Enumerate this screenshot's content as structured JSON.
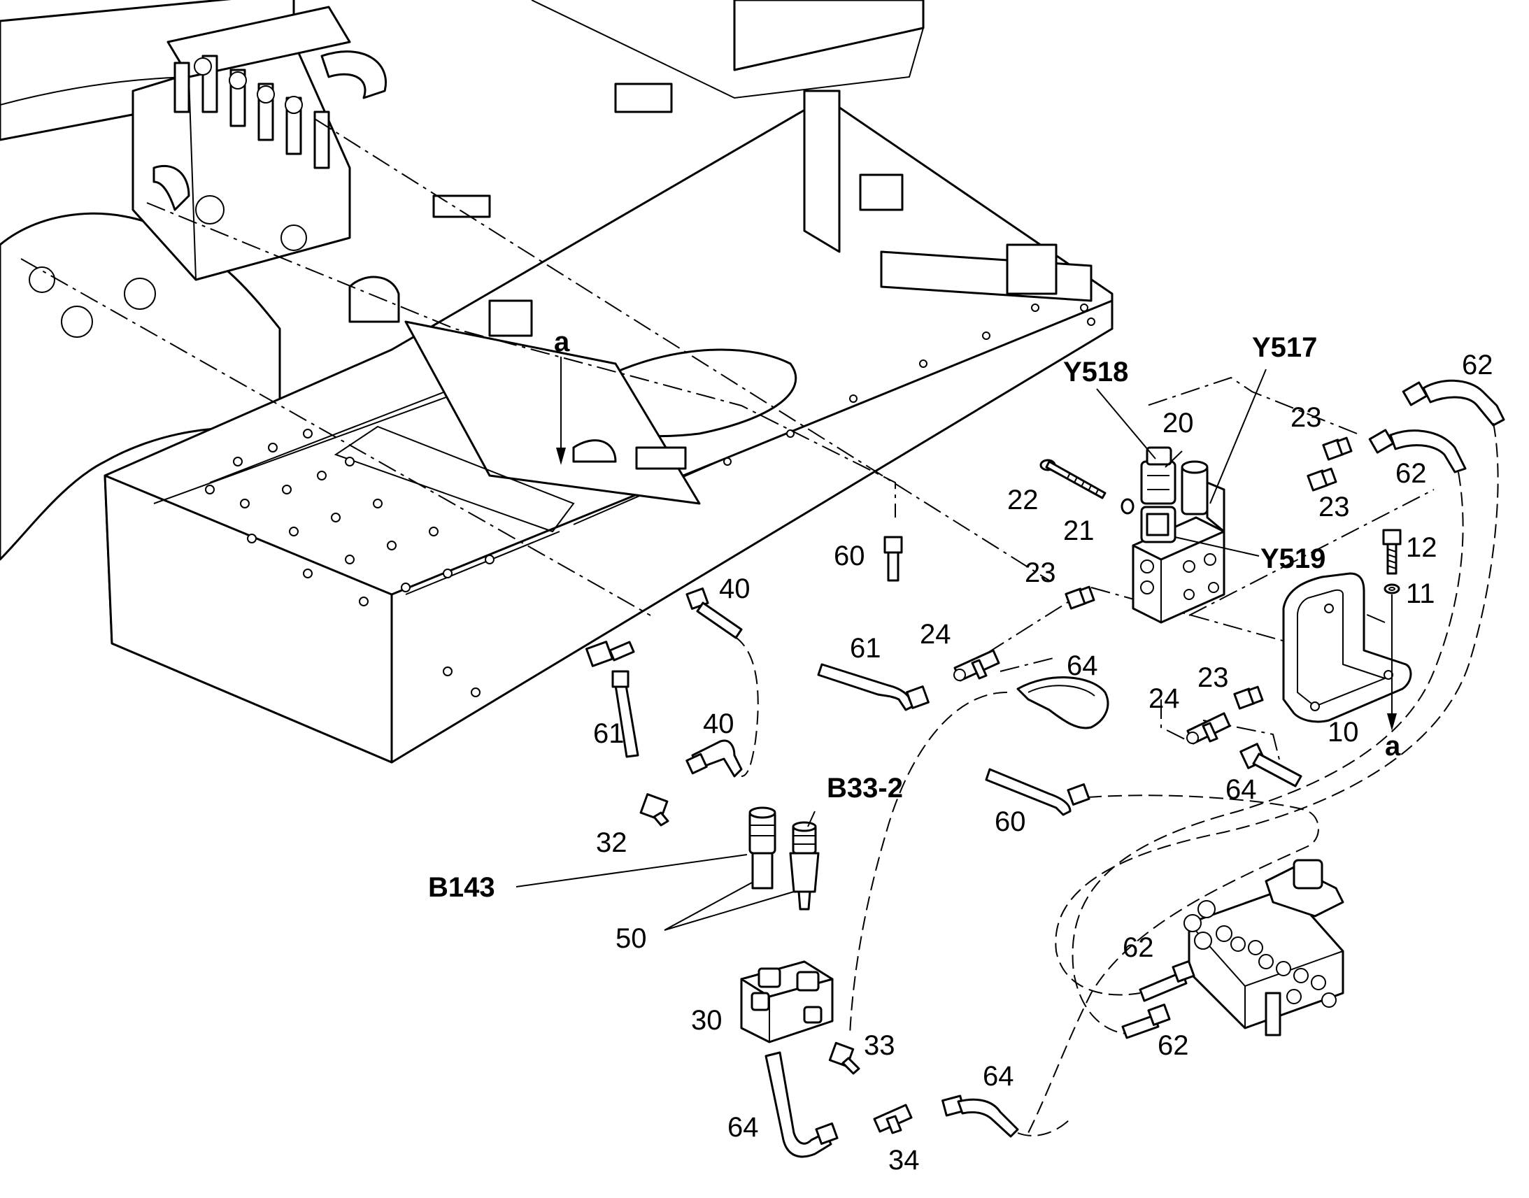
{
  "colors": {
    "ink": "#000000",
    "paper": "#ffffff"
  },
  "labels": {
    "a_top": "a",
    "a_bottom": "a",
    "y518": "Y518",
    "y517": "Y517",
    "y519": "Y519",
    "b33_2": "B33-2",
    "b143": "B143",
    "p10": "10",
    "p11": "11",
    "p12": "12",
    "p20": "20",
    "p21": "21",
    "p22": "22",
    "p23a": "23",
    "p23b": "23",
    "p23c": "23",
    "p23d": "23",
    "p24a": "24",
    "p24b": "24",
    "p30": "30",
    "p32": "32",
    "p33": "33",
    "p34": "34",
    "p40a": "40",
    "p40b": "40",
    "p50": "50",
    "p60a": "60",
    "p60b": "60",
    "p61a": "61",
    "p61b": "61",
    "p62a": "62",
    "p62b": "62",
    "p62c": "62",
    "p62d": "62",
    "p64a": "64",
    "p64b": "64",
    "p64c": "64",
    "p64d": "64"
  }
}
